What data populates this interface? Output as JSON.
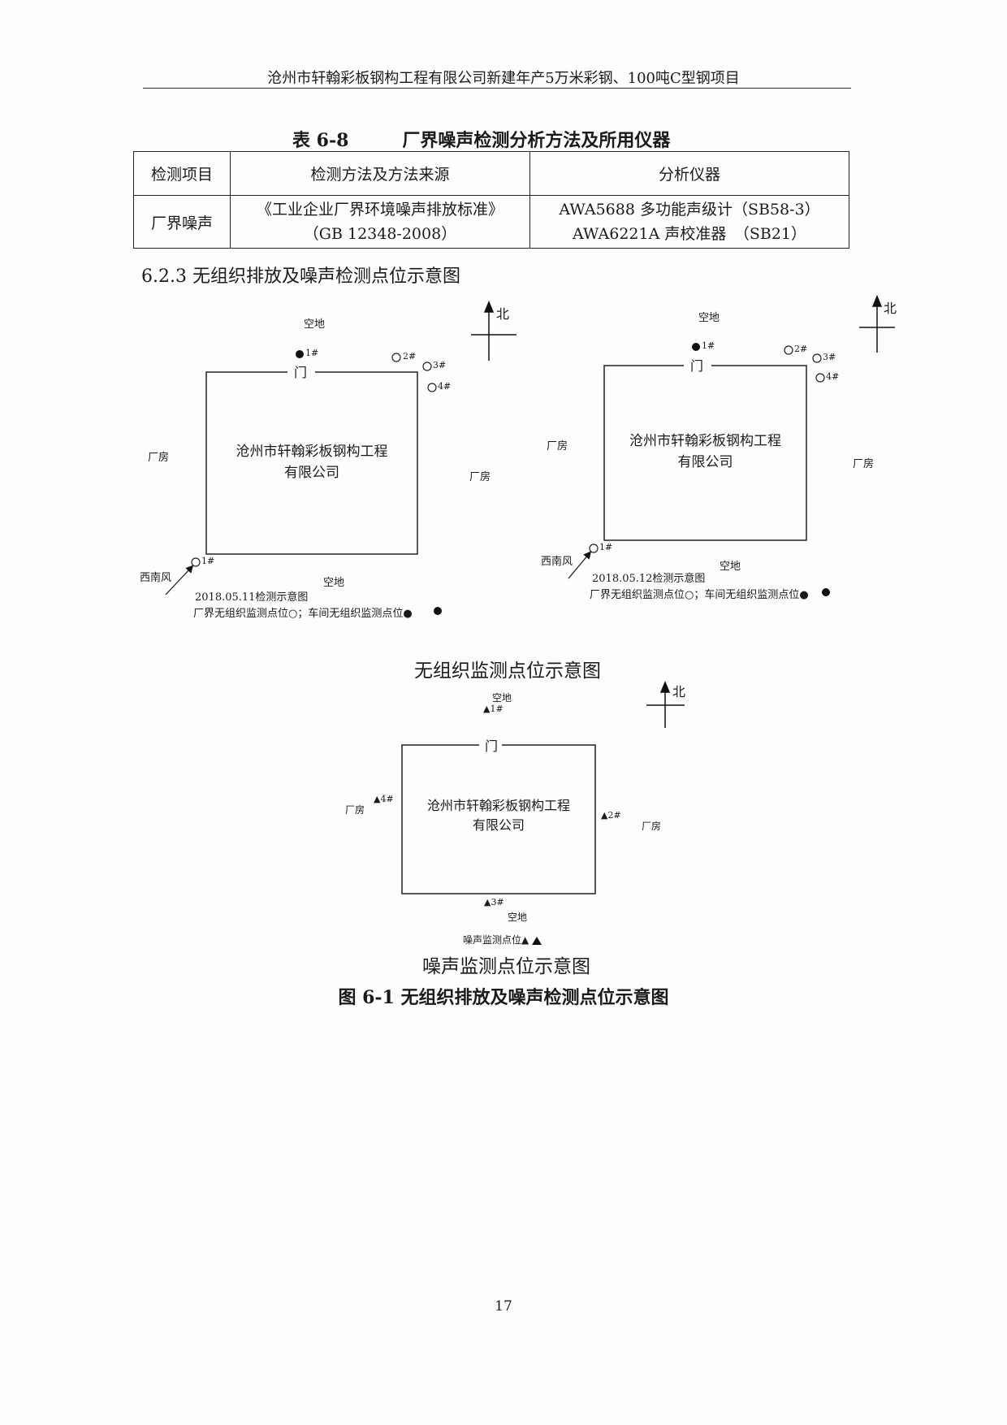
{
  "header": {
    "title": "沧州市轩翰彩板钢构工程有限公司新建年产5万米彩钢、100吨C型钢项目"
  },
  "table": {
    "caption": "表 6-8　　　厂界噪声检测分析方法及所用仪器",
    "headers": [
      "检测项目",
      "检测方法及方法来源",
      "分析仪器"
    ],
    "row": {
      "item": "厂界噪声",
      "method_line1": "《工业企业厂界环境噪声排放标准》",
      "method_line2": "（GB 12348-2008）",
      "instrument_line1": "AWA5688 多功能声级计（SB58-3）",
      "instrument_line2": "AWA6221A 声校准器　（SB21）"
    }
  },
  "section": {
    "title": "6.2.3  无组织排放及噪声检测点位示意图"
  },
  "diagram1": {
    "north": "北",
    "top_label": "空地",
    "left_label": "厂房",
    "right_label": "厂房",
    "bottom_label": "空地",
    "gate": "门",
    "company_line1": "沧州市轩翰彩板钢构工程",
    "company_line2": "有限公司",
    "p_w1": "1#",
    "p_o2": "2#",
    "p_o3": "3#",
    "p_o4": "4#",
    "p_o1": "1#",
    "wind": "西南风",
    "date": "2018.05.11检测示意图",
    "legend": "厂界无组织监测点位○；车间无组织监测点位●"
  },
  "diagram2": {
    "north": "北",
    "top_label": "空地",
    "left_label": "厂房",
    "right_label": "厂房",
    "bottom_label": "空地",
    "gate": "门",
    "company_line1": "沧州市轩翰彩板钢构工程",
    "company_line2": "有限公司",
    "p_w1": "1#",
    "p_o2": "2#",
    "p_o3": "3#",
    "p_o4": "4#",
    "p_o1": "1#",
    "wind": "西南风",
    "date": "2018.05.12检测示意图",
    "legend": "厂界无组织监测点位○；车间无组织监测点位●"
  },
  "caption_unorganized": "无组织监测点位示意图",
  "diagram3": {
    "north": "北",
    "top_label": "空地",
    "left_label": "厂房",
    "right_label": "厂房",
    "bottom_label": "空地",
    "gate": "门",
    "company_line1": "沧州市轩翰彩板钢构工程",
    "company_line2": "有限公司",
    "t1": "1#",
    "t2": "2#",
    "t3": "3#",
    "t4": "4#",
    "legend": "噪声监测点位▲"
  },
  "caption_noise": "噪声监测点位示意图",
  "figure_caption": "图 6-1  无组织排放及噪声检测点位示意图",
  "page_number": "17"
}
